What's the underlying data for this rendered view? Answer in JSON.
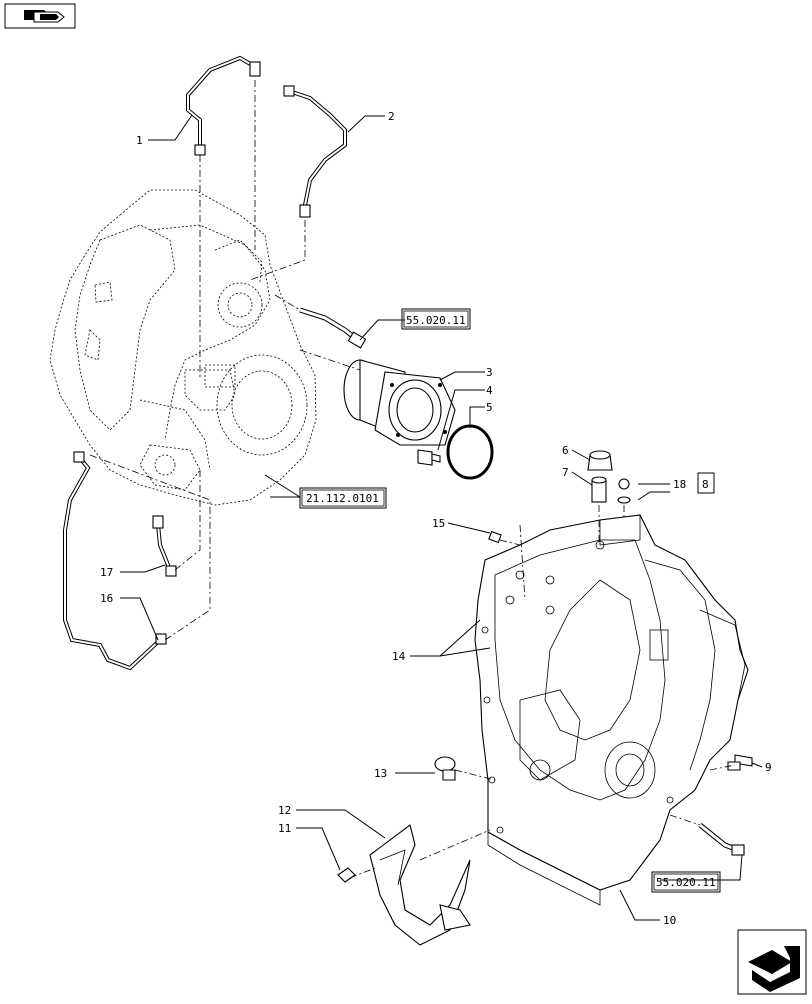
{
  "callouts": {
    "c1": "1",
    "c2": "2",
    "c3": "3",
    "c4": "4",
    "c5": "5",
    "c6": "6",
    "c7": "7",
    "c8": "8",
    "c9": "9",
    "c10": "10",
    "c11": "11",
    "c12": "12",
    "c13": "13",
    "c14": "14",
    "c15": "15",
    "c16": "16",
    "c17": "17",
    "c18": "18"
  },
  "refs": {
    "ref_a": "55.020.11",
    "ref_b": "21.112.0101",
    "ref_c": "55.020.11"
  },
  "icons": {
    "top_left": "book-icon",
    "bottom_right": "next-page-arrow-icon"
  }
}
